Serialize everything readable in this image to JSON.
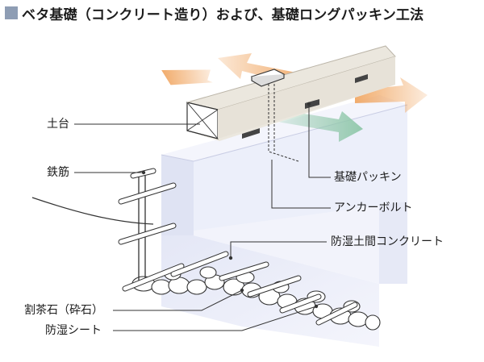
{
  "title": "ベタ基礎（コンクリート造り）および、基礎ロングパッキン工法",
  "labels": {
    "dodai": "土台",
    "tekkin": "鉄筋",
    "kiso_packing": "基礎パッキン",
    "anchor_bolt": "アンカーボルト",
    "bousitsu_concrete": "防湿土間コンクリート",
    "warikuri_ishi": "割茶石（砕石）",
    "bousitsu_sheet": "防湿シート"
  },
  "colors": {
    "title_mark": "#8e9db4",
    "foundation_light": "#eef0fb",
    "foundation_shade": "#e0e3f4",
    "sill": "#ece8df",
    "airflow_orange": "#f0a35c",
    "airflow_green": "#8fc7a9",
    "line": "#333333"
  }
}
